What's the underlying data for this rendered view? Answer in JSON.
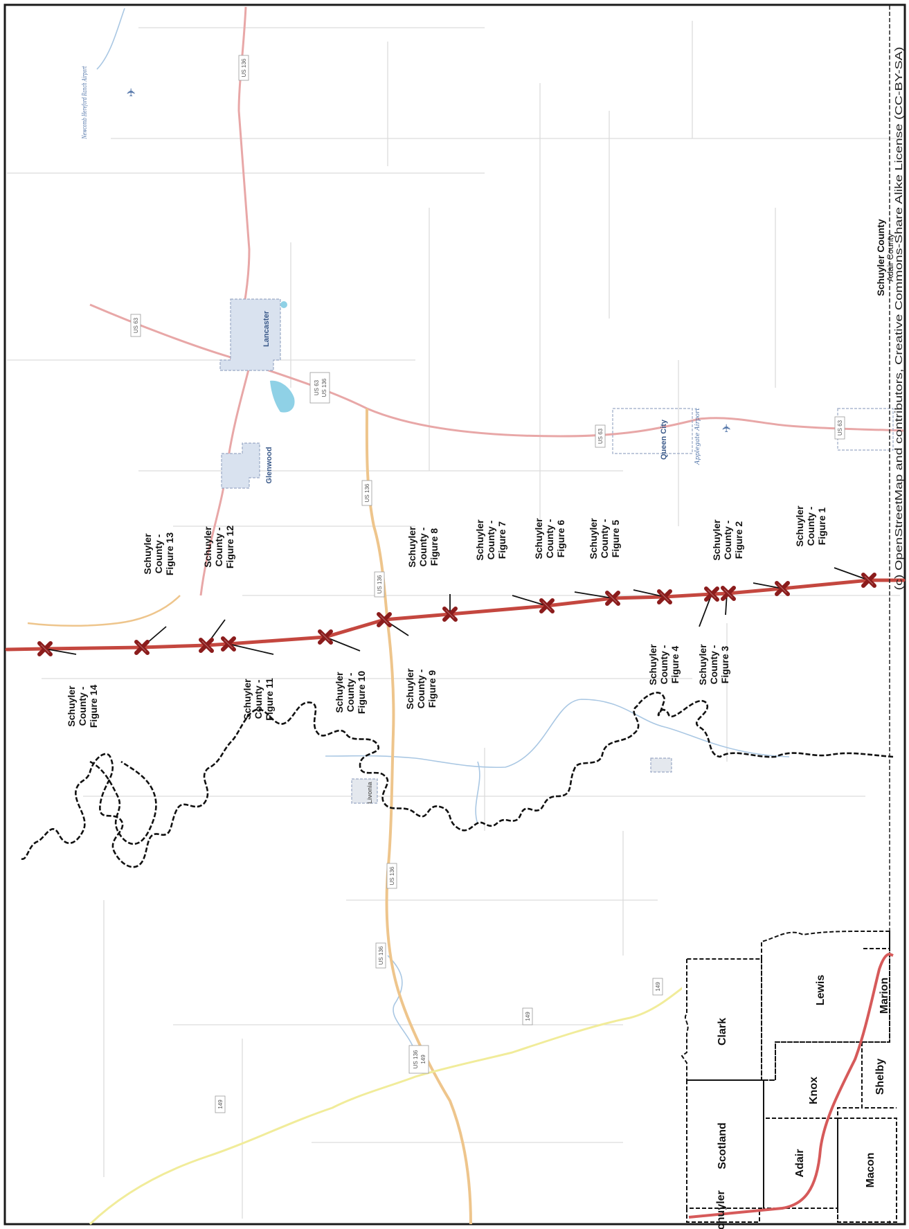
{
  "map": {
    "attribution": "(c) OpenStreetMap and contributors, Creative Commons-Share Alike License (CC-BY-SA)",
    "county_labels": {
      "schuyler": "Schuyler County",
      "adair": "Adair County"
    },
    "places": {
      "lancaster": "Lancaster",
      "glenwood": "Glenwood",
      "queen_city": "Queen City",
      "livonia": "Livonia"
    },
    "airports": {
      "newcomb": "Newcomb Hereford Ranch Airport",
      "applegate": "Applegate Airport"
    },
    "shields": {
      "us136": "US 136",
      "us63": "US 63",
      "us63_136": "US 63 US 136",
      "us136_149": "US 136 149",
      "rt149": "149"
    },
    "figures": [
      "Schuyler County - Figure 1",
      "Schuyler County - Figure 2",
      "Schuyler County - Figure 3",
      "Schuyler County - Figure 4",
      "Schuyler County - Figure 5",
      "Schuyler County - Figure 6",
      "Schuyler County - Figure 7",
      "Schuyler County - Figure 8",
      "Schuyler County - Figure 9",
      "Schuyler County - Figure 10",
      "Schuyler County - Figure 11",
      "Schuyler County - Figure 12",
      "Schuyler County - Figure 13",
      "Schuyler County - Figure 14"
    ],
    "inset": {
      "counties": [
        "Schuyler",
        "Scotland",
        "Clark",
        "Adair",
        "Knox",
        "Lewis",
        "Macon",
        "Shelby",
        "Marion"
      ]
    },
    "colors": {
      "route": "#c4473f",
      "marker": "#8b1c1c",
      "us_highway": "#e8a7a7",
      "state_route": "#f1ec9a"
    }
  }
}
